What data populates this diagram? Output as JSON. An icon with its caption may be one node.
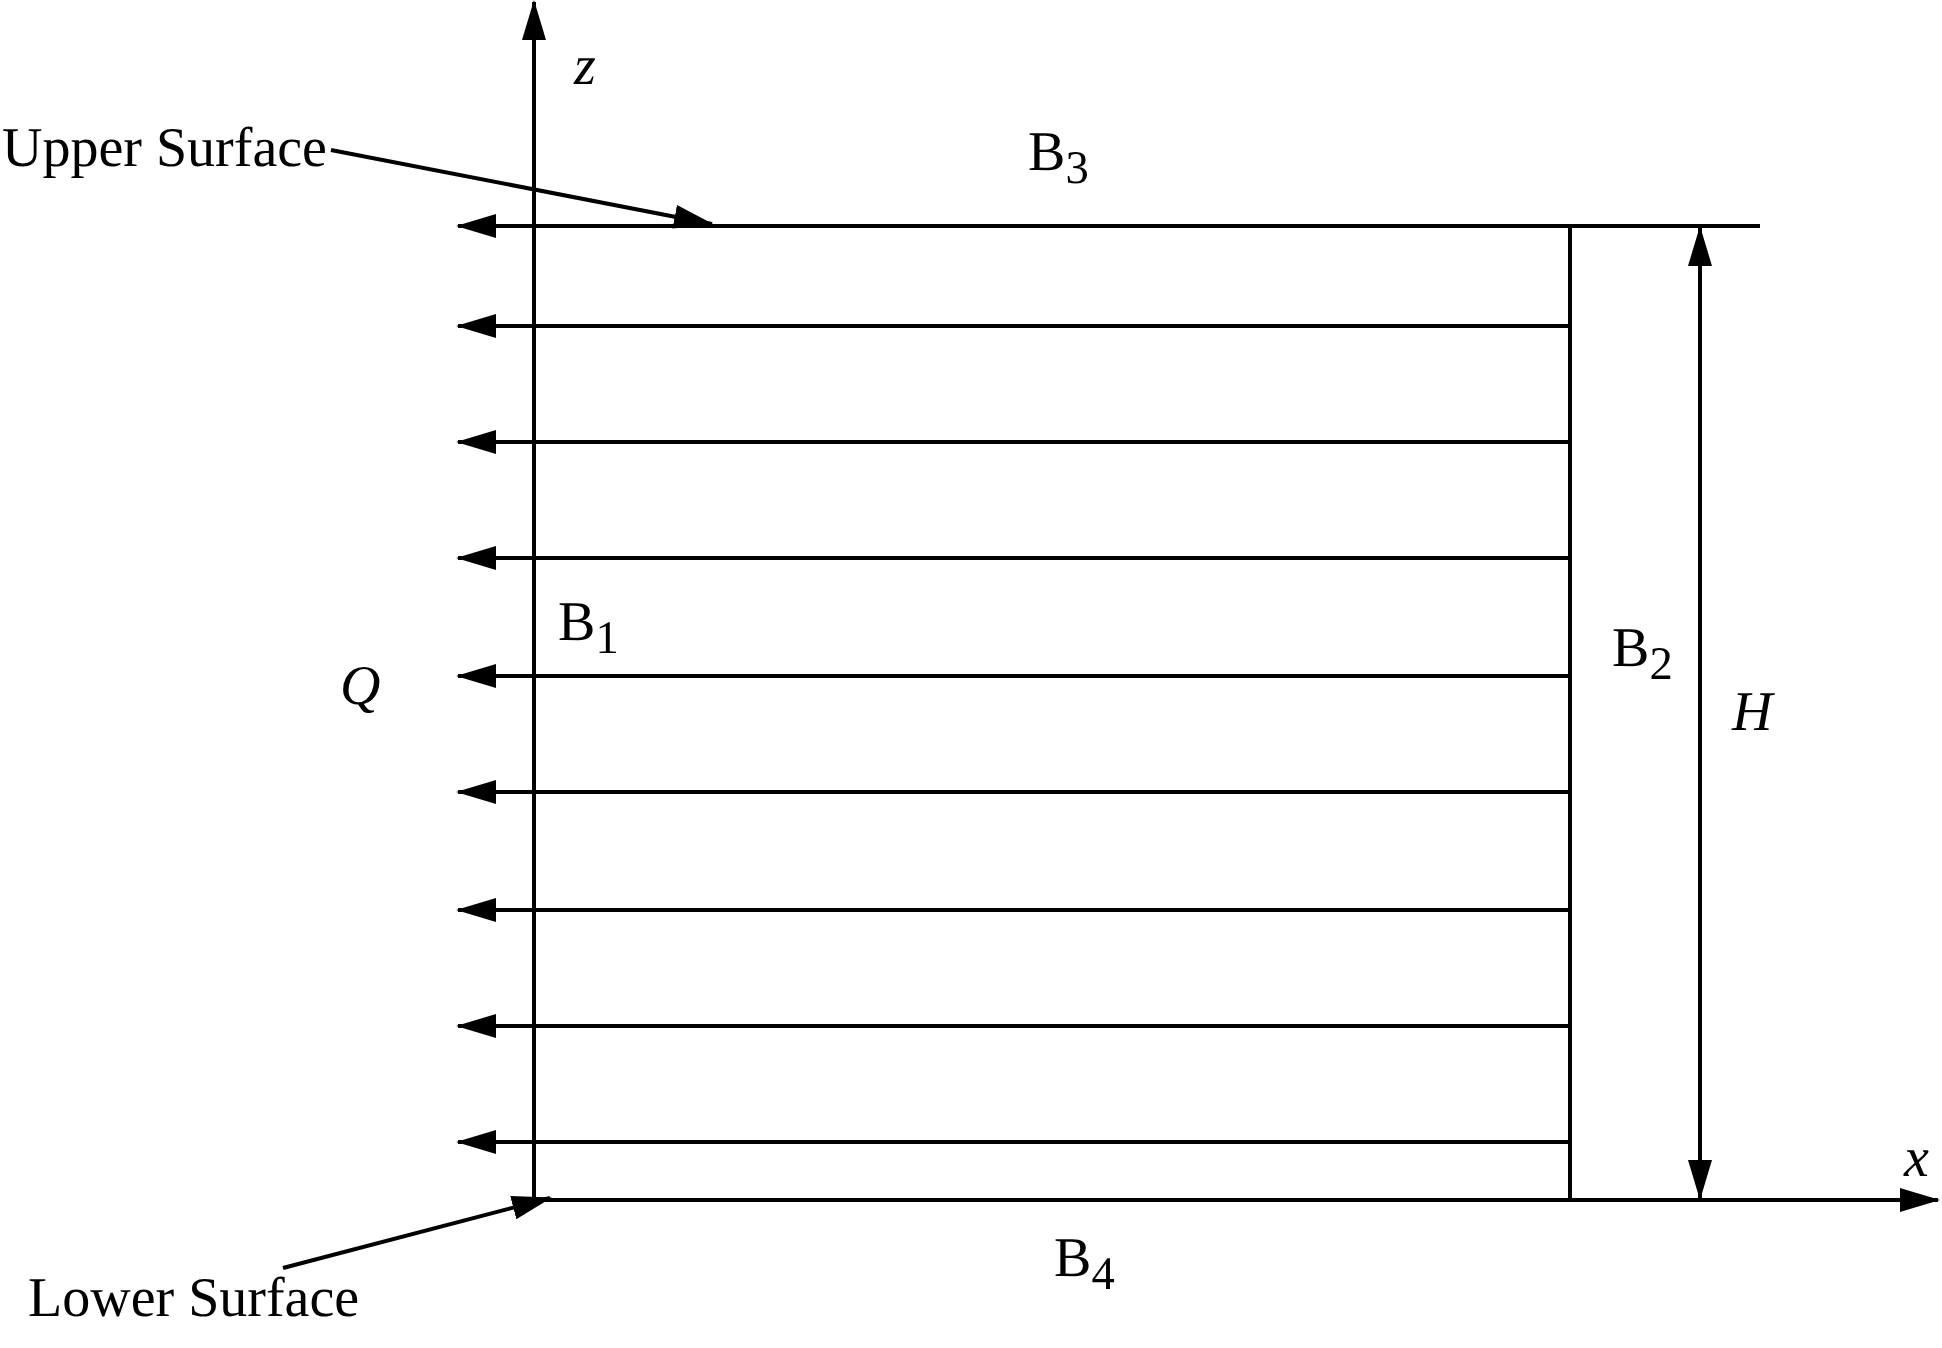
{
  "diagram": {
    "nodes": [
      {
        "text": [
          "Upper Surface"
        ]
      },
      {
        "text": [
          "Lower Surface"
        ]
      },
      {
        "text": [],
        "shape": "line",
        "beside": [
          "B$_{3}$"
        ]
      },
      {
        "text": [],
        "shape": "line",
        "beside": [
          "B$_{4}$"
        ]
      }
    ],
    "edges": [
      {
        "from": 0,
        "to": 2,
        "arrow": "to"
      },
      {
        "from": 1,
        "to": 3,
        "arrow": "to"
      }
    ],
    "labels": [
      "z",
      "B$_{1}$",
      "Q",
      "B$_{2}$",
      "H",
      "x"
    ]
  }
}
